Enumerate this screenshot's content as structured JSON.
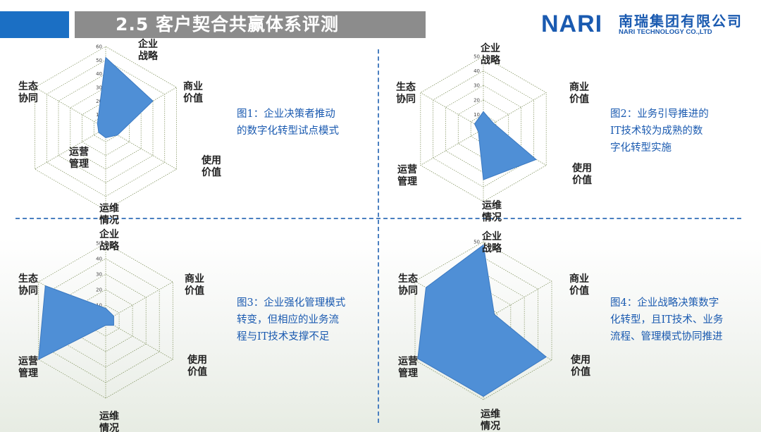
{
  "header": {
    "title": "2.5  客户契合共赢体系评测",
    "logo_text": "NARI",
    "company_cn": "南瑞集团有限公司",
    "company_en": "NARI TECHNOLOGY CO.,LTD"
  },
  "theme": {
    "accent": "#1b6fc4",
    "title_bar": "#8c8c8c",
    "fill": "#4f8fd6",
    "caption": "#1a5ab0"
  },
  "chart_data": [
    {
      "type": "radar",
      "axes": [
        "企业战略",
        "商业价值",
        "使用价值",
        "运维情况",
        "运营管理",
        "生态协同"
      ],
      "ticks": [
        "0",
        "10",
        "20",
        "30",
        "40",
        "50",
        "60"
      ],
      "max": 60,
      "values": [
        52,
        40,
        10,
        7,
        6,
        7
      ],
      "caption": [
        "图1：企业决策者推动",
        "的数字化转型试点模式"
      ]
    },
    {
      "type": "radar",
      "axes": [
        "企业战略",
        "商业价值",
        "使用价值",
        "运维情况",
        "运营管理",
        "生态协同"
      ],
      "ticks": [
        "0",
        "10",
        "20",
        "30",
        "40",
        "50"
      ],
      "max": 50,
      "values": [
        12,
        8,
        42,
        35,
        4,
        7
      ],
      "caption": [
        "图2：业务引导推进的",
        "IT技术较为成熟的数",
        "字化转型实施"
      ]
    },
    {
      "type": "radar",
      "axes": [
        "企业战略",
        "商业价值",
        "使用价值",
        "运维情况",
        "运营管理",
        "生态协同"
      ],
      "ticks": [
        "0",
        "10",
        "20",
        "30",
        "40",
        "50"
      ],
      "max": 50,
      "values": [
        8,
        6,
        6,
        3,
        50,
        45
      ],
      "caption": [
        "图3：企业强化管理模式",
        "转变，但相应的业务流",
        "程与IT技术支撑不足"
      ]
    },
    {
      "type": "radar",
      "axes": [
        "企业战略",
        "商业价值",
        "使用价值",
        "运维情况",
        "运营管理",
        "生态协同"
      ],
      "ticks": [
        "0",
        "10",
        "20",
        "30",
        "40",
        "50"
      ],
      "max": 50,
      "values": [
        48,
        8,
        46,
        48,
        48,
        42
      ],
      "caption": [
        "图4：企业战略决策数字",
        "化转型，且IT技术、业务",
        "流程、管理模式协同推进"
      ]
    }
  ]
}
